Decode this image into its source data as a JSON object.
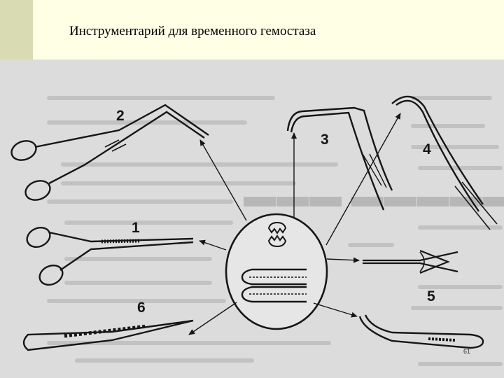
{
  "slide": {
    "title": "Инструментарий для временного гемостаза",
    "page_number": "61"
  },
  "figure": {
    "instrument_labels": [
      "1",
      "2",
      "3",
      "4",
      "5",
      "6"
    ]
  },
  "colors": {
    "header_bg": "#ffffe6",
    "accent_bar": "#d9dcb3",
    "figure_bg": "#dcdcdc",
    "ink": "#161616"
  }
}
